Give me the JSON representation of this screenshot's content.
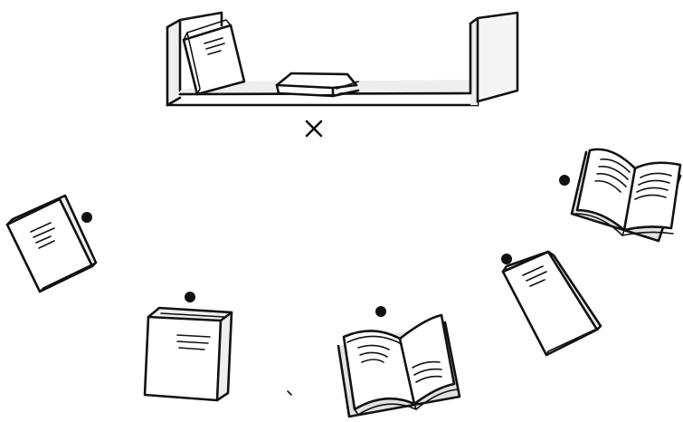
{
  "scene": {
    "background": "#ffffff",
    "ink_color": "#111111",
    "shade_color": "#eeeeee"
  },
  "shelf": {
    "items": [
      "upright-closed-book",
      "flat-closed-book"
    ],
    "marker_glyph": "×"
  },
  "books": [
    {
      "name": "book-left",
      "kind": "closed"
    },
    {
      "name": "book-bottom-left",
      "kind": "closed"
    },
    {
      "name": "book-bottom-center",
      "kind": "open"
    },
    {
      "name": "book-right-lower",
      "kind": "closed"
    },
    {
      "name": "book-right-upper",
      "kind": "open"
    }
  ]
}
